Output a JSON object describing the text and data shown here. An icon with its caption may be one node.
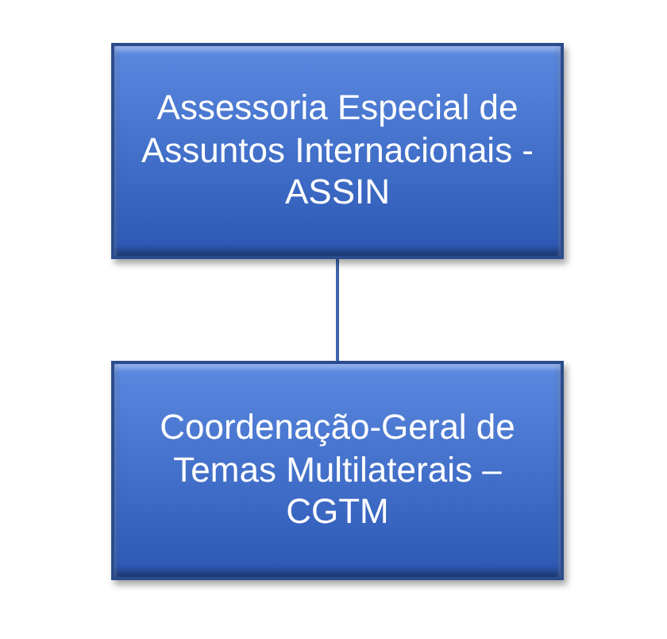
{
  "diagram": {
    "nodes": [
      {
        "text": [
          "Assessoria Especial de Assuntos Internacionais - ASSIN"
        ]
      },
      {
        "text": [
          "Coordenação-Geral de Temas Multilaterais – CGTM"
        ]
      }
    ],
    "edges": [
      {
        "from": 0,
        "to": 1,
        "arrow": "none"
      }
    ]
  }
}
